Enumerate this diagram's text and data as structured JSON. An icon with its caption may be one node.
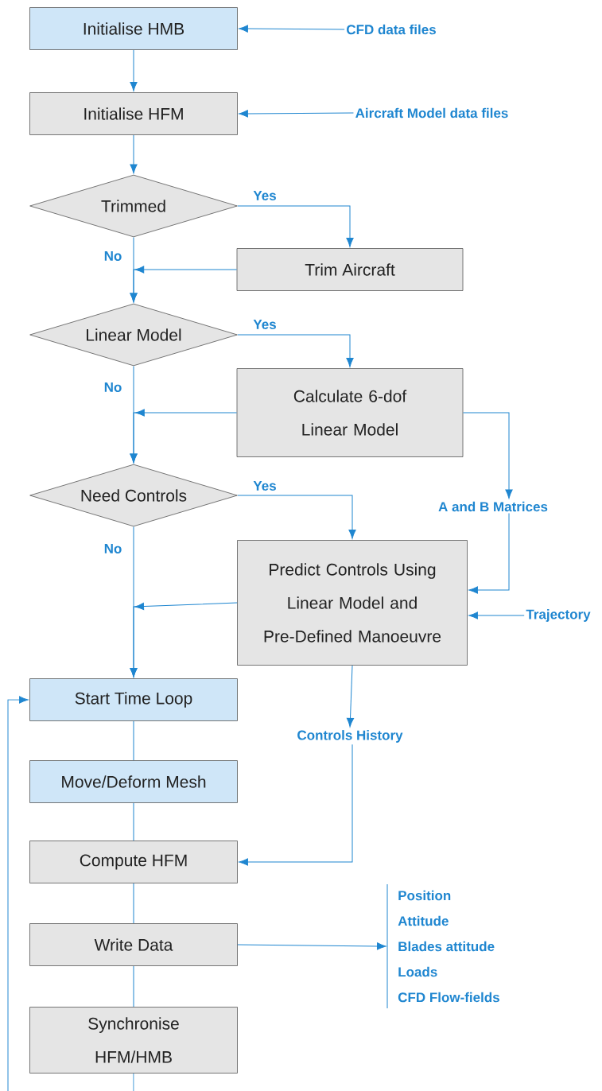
{
  "diagram": {
    "nodes": [
      {
        "text": [
          "Initialise HMB"
        ]
      },
      {
        "text": [
          "CFD data files"
        ]
      },
      {
        "text": [
          "Initialise HFM"
        ]
      },
      {
        "text": [
          "Aircraft Model data files"
        ]
      },
      {
        "text": [
          "Trimmed"
        ]
      },
      {
        "text": [
          "Trim Aircraft"
        ]
      },
      {
        "text": [
          "Linear Model"
        ]
      },
      {
        "text": [
          "Calculate 6-dof Linear Model"
        ]
      },
      {
        "text": [
          "Need Controls"
        ]
      },
      {
        "text": [
          "A and B Matrices"
        ]
      },
      {
        "text": [
          "Predict Controls Using Linear Model and Pre-Defined Manoeuvre"
        ]
      },
      {
        "text": [
          "Trajectory"
        ]
      },
      {
        "text": [
          "Start Time Loop"
        ]
      },
      {
        "text": [
          "Controls History"
        ]
      },
      {
        "text": [
          "Move/Deform Mesh"
        ]
      },
      {
        "text": [
          "Compute HFM"
        ]
      },
      {
        "text": [
          "Write Data"
        ]
      },
      {
        "text": [
          "Position",
          "Attitude",
          "Blades attitude",
          "Loads",
          "CFD Flow-fields"
        ]
      },
      {
        "text": [
          "Synchronise HFM/HMB"
        ]
      }
    ],
    "edges": [
      {
        "from": 1,
        "to": 0,
        "arrow": "to"
      },
      {
        "from": 0,
        "to": 2,
        "arrow": "to"
      },
      {
        "from": 3,
        "to": 2,
        "arrow": "to"
      },
      {
        "from": 2,
        "to": 4,
        "arrow": "to"
      },
      {
        "from": 4,
        "to": 5,
        "arrow": "to",
        "label": "Yes"
      },
      {
        "from": 4,
        "to": 6,
        "arrow": "to",
        "label": "No"
      },
      {
        "from": 5,
        "to": 6,
        "arrow": "to"
      },
      {
        "from": 6,
        "to": 7,
        "arrow": "to",
        "label": "Yes"
      },
      {
        "from": 6,
        "to": 8,
        "arrow": "to",
        "label": "No"
      },
      {
        "from": 7,
        "to": 8,
        "arrow": "to"
      },
      {
        "from": 7,
        "to": 9,
        "arrow": "to"
      },
      {
        "from": 8,
        "to": 10,
        "arrow": "to",
        "label": "Yes"
      },
      {
        "from": 8,
        "to": 12,
        "arrow": "to",
        "label": "No"
      },
      {
        "from": 10,
        "to": 12,
        "arrow": "to"
      },
      {
        "from": 9,
        "to": 10,
        "arrow": "to"
      },
      {
        "from": 11,
        "to": 10,
        "arrow": "to"
      },
      {
        "from": 10,
        "to": 13,
        "arrow": "to"
      },
      {
        "from": 12,
        "to": 14,
        "arrow": "none"
      },
      {
        "from": 14,
        "to": 15,
        "arrow": "none"
      },
      {
        "from": 13,
        "to": 15,
        "arrow": "to"
      },
      {
        "from": 15,
        "to": 16,
        "arrow": "none"
      },
      {
        "from": 16,
        "to": 17,
        "arrow": "to"
      },
      {
        "from": 16,
        "to": 18,
        "arrow": "none"
      },
      {
        "from": 18,
        "to": 12,
        "arrow": "to"
      }
    ]
  }
}
